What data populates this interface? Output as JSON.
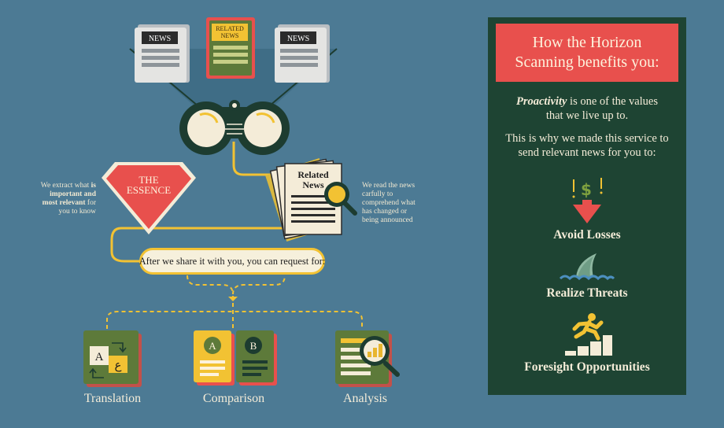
{
  "flow": {
    "news_left": "NEWS",
    "news_center_line1": "RELATED",
    "news_center_line2": "NEWS",
    "news_right": "NEWS",
    "essence_line1": "THE",
    "essence_line2": "ESSENCE",
    "related_news_line1": "Related",
    "related_news_line2": "News",
    "note_extract": {
      "part1": "We extract what ",
      "bold1": "is important and most relevant",
      "part2": " for you to know"
    },
    "note_read": "We read the news carfully to comprehend what has changed or being announced",
    "share_pill": "After we share it with you, you can request for:",
    "translation_label": "Translation",
    "translation_letter_a": "A",
    "translation_letter_ar": "ع",
    "comparison_label": "Comparison",
    "comparison_a": "A",
    "comparison_b": "B",
    "analysis_label": "Analysis"
  },
  "panel": {
    "title_line1": "How the Horizon",
    "title_line2": "Scanning benefits you:",
    "proactivity_word": "Proactivity",
    "proactivity_rest": " is one of the values that we live up to.",
    "service_text": "This is why we made this service to send relevant news for you to:",
    "benefits": [
      {
        "label": "Avoid Losses",
        "icon": "money-down-arrow-icon"
      },
      {
        "label": "Realize Threats",
        "icon": "shark-fin-icon"
      },
      {
        "label": "Foresight Opportunities",
        "icon": "running-man-stairs-icon"
      }
    ]
  },
  "colors": {
    "background": "#4c7a94",
    "dark_green": "#1e4433",
    "red": "#e8504d",
    "yellow": "#f2c233",
    "cream": "#f4ecd8",
    "olive": "#5d7a3a"
  }
}
